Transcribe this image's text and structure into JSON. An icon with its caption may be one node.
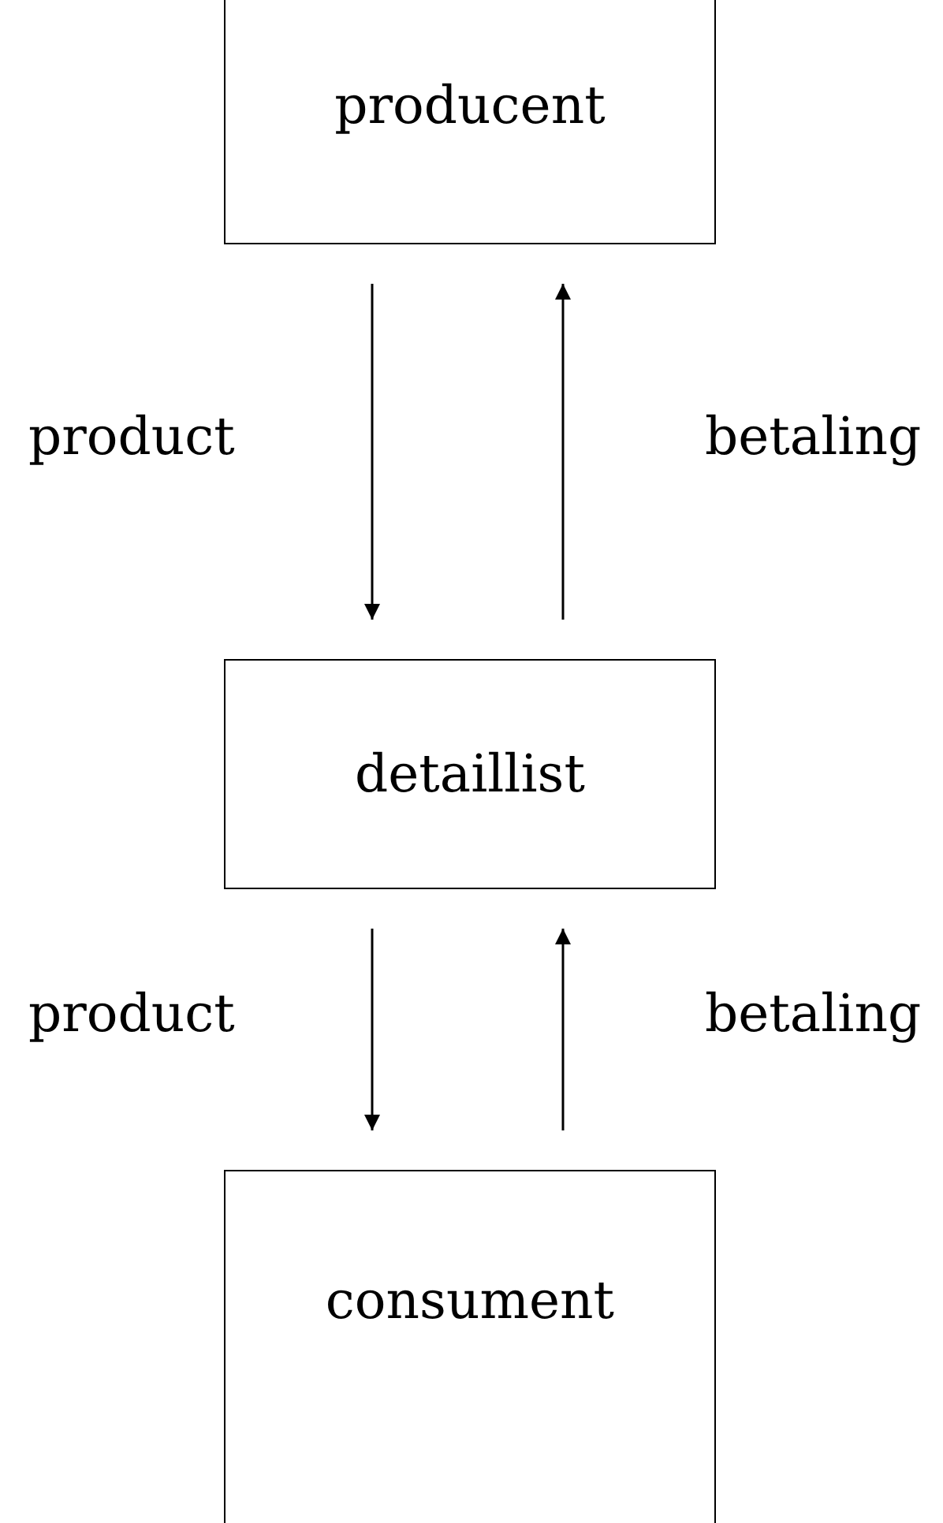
{
  "diagram": {
    "nodes": [
      {
        "text": [
          "producent"
        ]
      },
      {
        "text": [
          "detaillist"
        ]
      },
      {
        "text": [
          "consument"
        ]
      }
    ],
    "edges": [
      {
        "from": 0,
        "to": 1,
        "arrow": "to",
        "label": "product"
      },
      {
        "from": 1,
        "to": 0,
        "arrow": "to",
        "label": "betaling"
      },
      {
        "from": 1,
        "to": 2,
        "arrow": "to",
        "label": "product"
      },
      {
        "from": 2,
        "to": 1,
        "arrow": "to",
        "label": "betaling"
      }
    ]
  }
}
